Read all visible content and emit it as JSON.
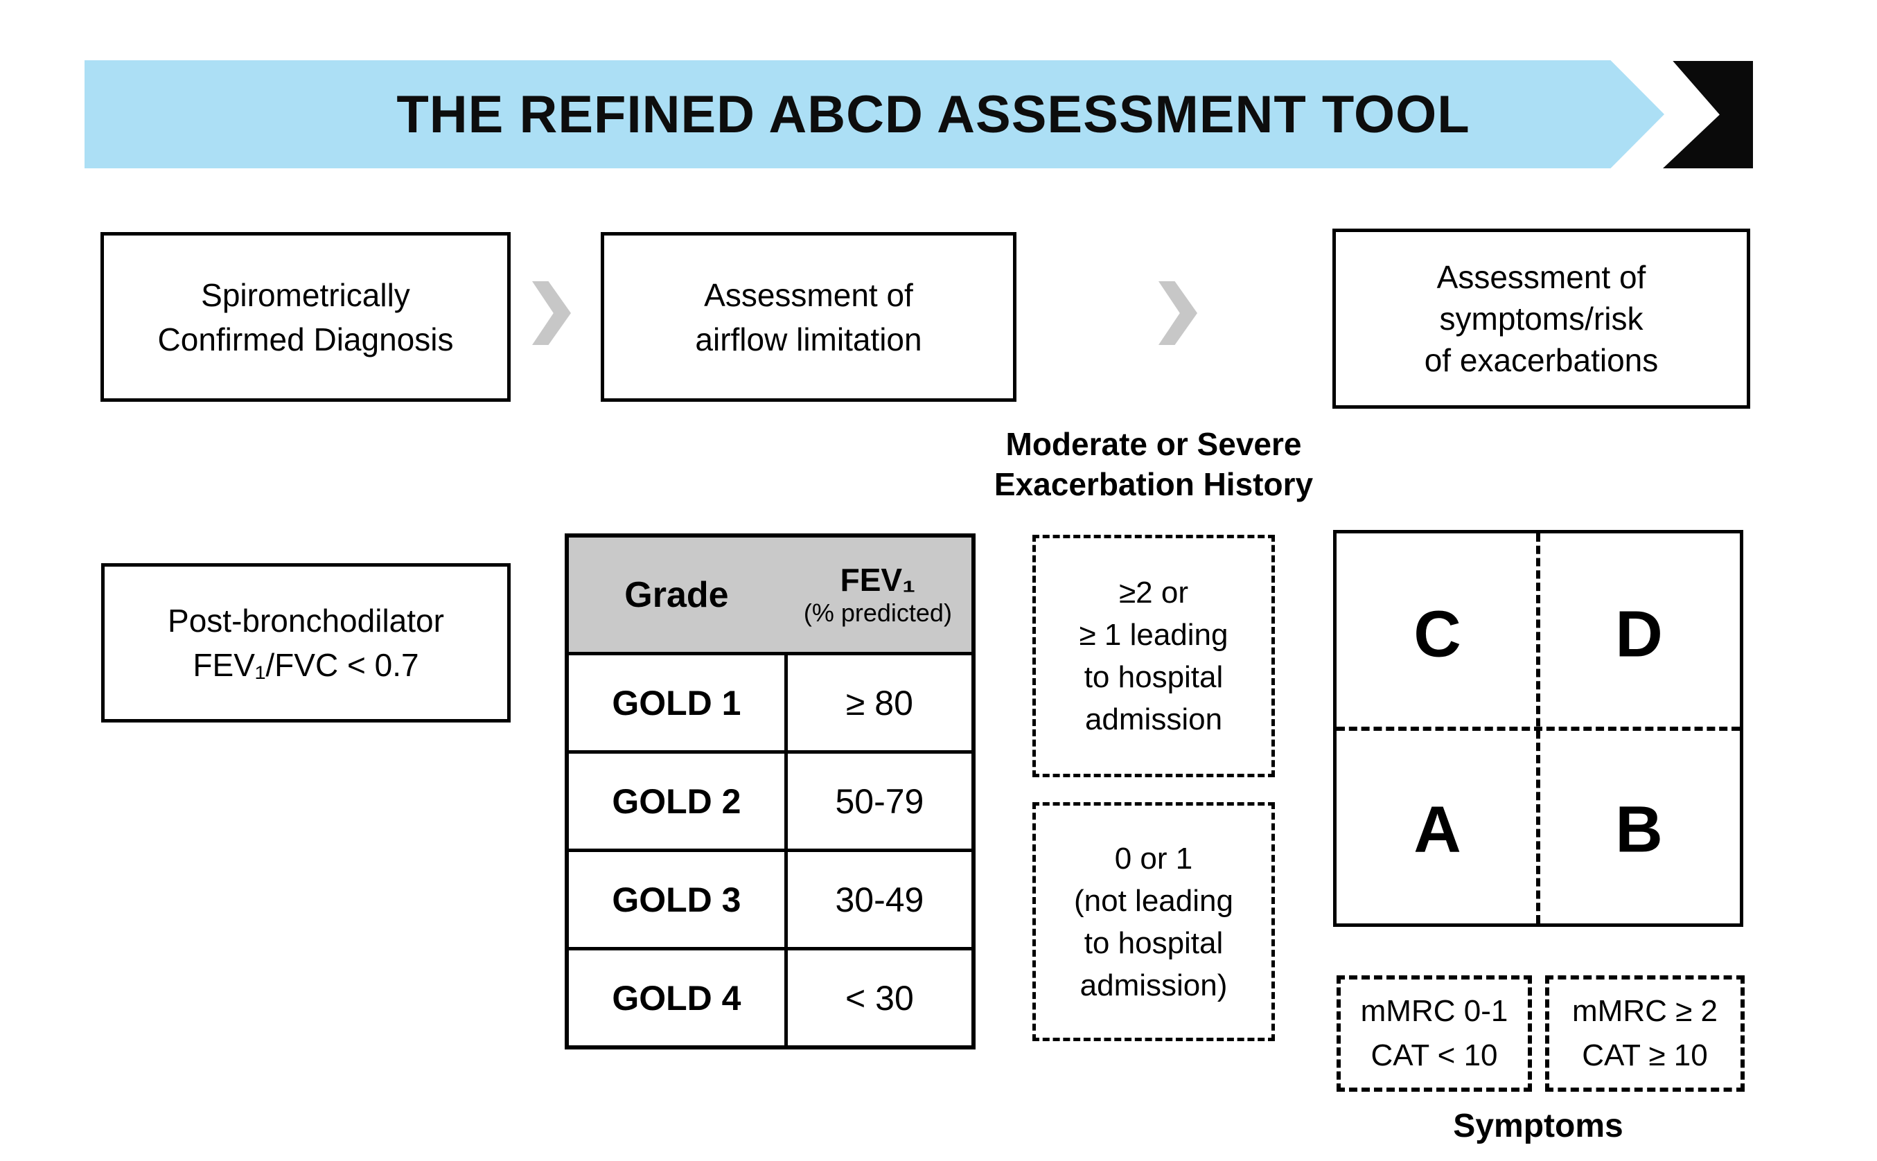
{
  "title": "THE REFINED ABCD ASSESSMENT TOOL",
  "flow": {
    "steps": [
      {
        "lines": [
          "Spirometrically",
          "Confirmed Diagnosis"
        ]
      },
      {
        "lines": [
          "Assessment of",
          "airflow limitation"
        ]
      },
      {
        "lines": [
          "Assessment of",
          "symptoms/risk",
          "of exacerbations"
        ]
      }
    ]
  },
  "post_bronchodilator": {
    "lines": [
      "Post-bronchodilator",
      "FEV₁/FVC < 0.7"
    ]
  },
  "gold_table": {
    "header": {
      "grade_label": "Grade",
      "fev_label": "FEV₁",
      "fev_sublabel": "(% predicted)"
    },
    "rows": [
      {
        "grade": "GOLD 1",
        "fev": "≥ 80"
      },
      {
        "grade": "GOLD 2",
        "fev": "50-79"
      },
      {
        "grade": "GOLD 3",
        "fev": "30-49"
      },
      {
        "grade": "GOLD 4",
        "fev": "< 30"
      }
    ]
  },
  "exacerbation_history": {
    "heading_lines": [
      "Moderate or Severe",
      "Exacerbation History"
    ],
    "high_risk_box_lines": [
      "≥2 or",
      "≥ 1 leading",
      "to hospital",
      "admission"
    ],
    "low_risk_box_lines": [
      "0 or 1",
      "(not leading",
      "to hospital",
      "admission)"
    ]
  },
  "abcd_quadrant": {
    "top_left": "C",
    "top_right": "D",
    "bottom_left": "A",
    "bottom_right": "B"
  },
  "symptoms": {
    "left_box_lines": [
      "mMRC 0-1",
      "CAT < 10"
    ],
    "right_box_lines": [
      "mMRC ≥ 2",
      "CAT ≥ 10"
    ],
    "axis_label": "Symptoms"
  },
  "colors": {
    "banner_blue": "#acdff5",
    "table_header_gray": "#c9c9c9",
    "chevron_gray": "#c7c7c7",
    "line_black": "#000000"
  }
}
